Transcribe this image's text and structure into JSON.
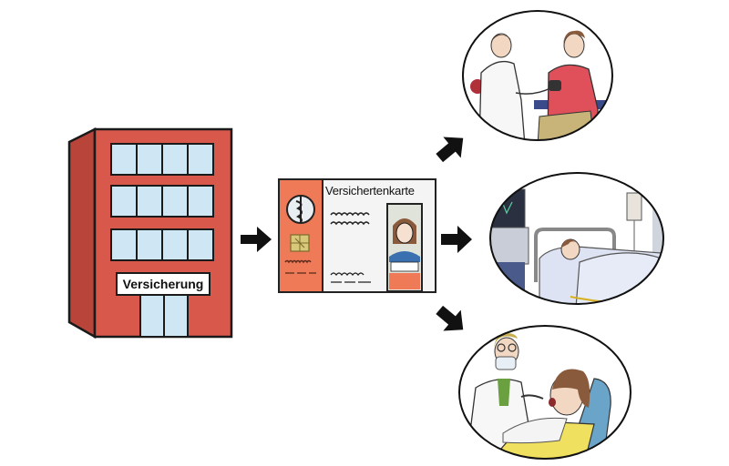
{
  "scene": {
    "title": "Health insurance flow illustration",
    "building": {
      "sign_label": "Versicherung",
      "color": "#d9584c",
      "window_color": "#cfe6f4"
    },
    "card": {
      "title": "Versichertenkarte",
      "accent": "#ee7a58",
      "symbol": "aesculapian-staff"
    },
    "arrows": [
      {
        "name": "arrow-building-to-card",
        "direction": "right"
      },
      {
        "name": "arrow-card-to-doctor",
        "direction": "up-right"
      },
      {
        "name": "arrow-card-to-hospital",
        "direction": "right"
      },
      {
        "name": "arrow-card-to-dentist",
        "direction": "down-right"
      }
    ],
    "scenes": [
      {
        "name": "doctor-visit",
        "description": "Doctor measuring blood pressure"
      },
      {
        "name": "hospital-stay",
        "description": "Patient in hospital bed"
      },
      {
        "name": "dentist-visit",
        "description": "Dentist examining patient"
      }
    ]
  }
}
